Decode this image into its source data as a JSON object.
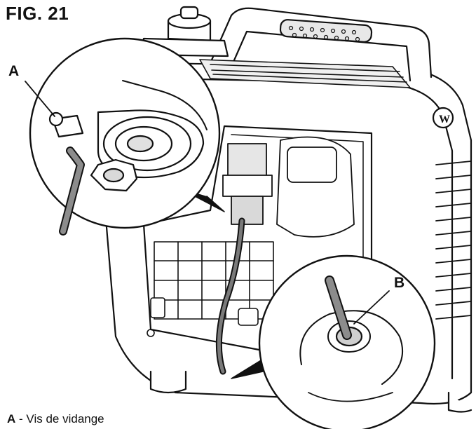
{
  "figure": {
    "title": "FIG. 21"
  },
  "callouts": {
    "a": "A",
    "b": "B"
  },
  "legend": {
    "items": [
      {
        "key": "A",
        "separator": "-",
        "text": "Vis de vidange"
      }
    ]
  },
  "brand_badge": "W",
  "colors": {
    "line": "#111111",
    "fill": "#ffffff",
    "shade": "#d9d9d9",
    "dark": "#2b2b2b"
  }
}
